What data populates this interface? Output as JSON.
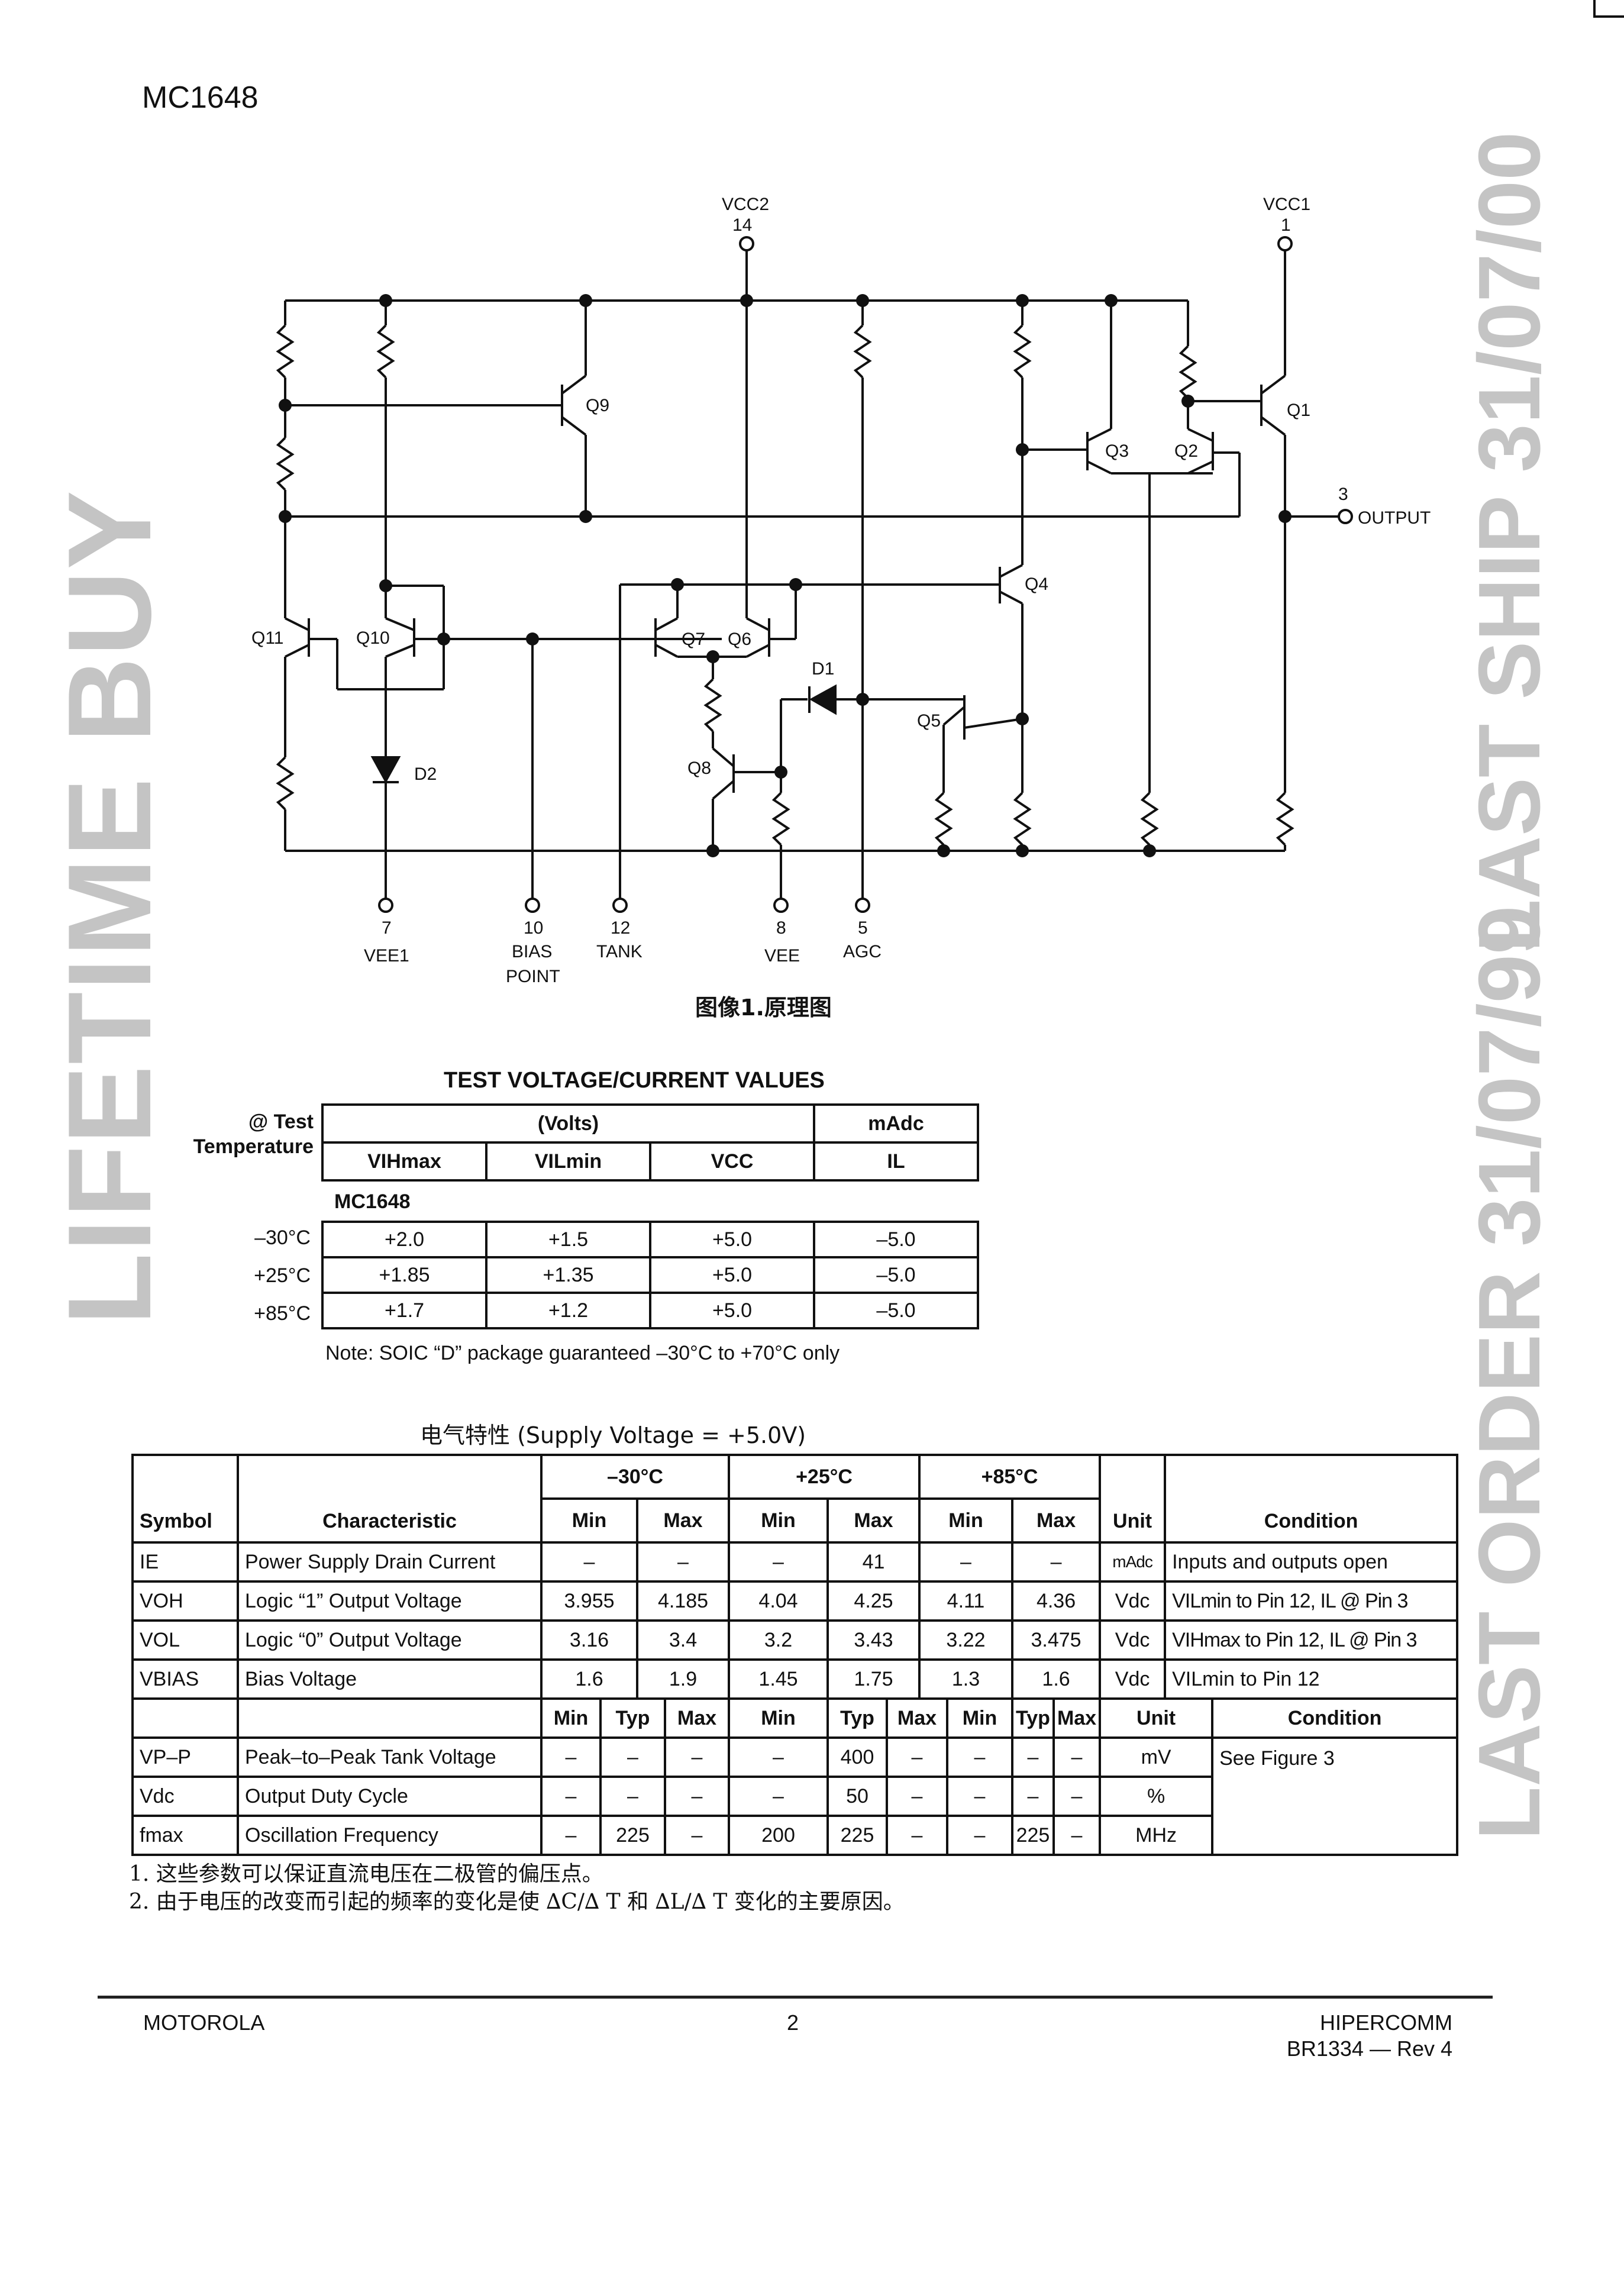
{
  "header": {
    "part_number": "MC1648"
  },
  "schematic": {
    "caption": "图像1.原理图",
    "pins": {
      "vcc2": {
        "name": "VCC2",
        "number": "14"
      },
      "vcc1": {
        "name": "VCC1",
        "number": "1"
      },
      "output": {
        "name": "OUTPUT",
        "number": "3"
      },
      "vee1": {
        "name": "VEE1",
        "number": "7"
      },
      "bias": {
        "name1": "BIAS",
        "name2": "POINT",
        "number": "10"
      },
      "tank": {
        "name": "TANK",
        "number": "12"
      },
      "vee": {
        "name": "VEE",
        "number": "8"
      },
      "agc": {
        "name": "AGC",
        "number": "5"
      }
    },
    "devices": {
      "q1": "Q1",
      "q2": "Q2",
      "q3": "Q3",
      "q4": "Q4",
      "q5": "Q5",
      "q6": "Q6",
      "q7": "Q7",
      "q8": "Q8",
      "q9": "Q9",
      "q10": "Q10",
      "q11": "Q11",
      "d1": "D1",
      "d2": "D2"
    }
  },
  "test_table": {
    "title": "TEST VOLTAGE/CURRENT VALUES",
    "temp_label_1": "@ Test",
    "temp_label_2": "Temperature",
    "group_volts": "(Volts)",
    "group_madc": "mAdc",
    "columns": [
      "VIHmax",
      "VILmin",
      "VCC",
      "IL"
    ],
    "family": "MC1648",
    "rows": [
      {
        "temp": "–30°C",
        "values": [
          "+2.0",
          "+1.5",
          "+5.0",
          "–5.0"
        ]
      },
      {
        "temp": "+25°C",
        "values": [
          "+1.85",
          "+1.35",
          "+5.0",
          "–5.0"
        ]
      },
      {
        "temp": "+85°C",
        "values": [
          "+1.7",
          "+1.2",
          "+5.0",
          "–5.0"
        ]
      }
    ],
    "note": "Note: SOIC “D” package guaranteed –30°C to +70°C only"
  },
  "elec_table": {
    "title_cn": "电气特性",
    "title_en": "(Supply Voltage = +5.0V)",
    "h_symbol": "Symbol",
    "h_char": "Characteristic",
    "h_t1": "–30°C",
    "h_t2": "+25°C",
    "h_t3": "+85°C",
    "h_min": "Min",
    "h_max": "Max",
    "h_typ": "Typ",
    "h_unit": "Unit",
    "h_cond": "Condition",
    "rows": [
      {
        "sym": "IE",
        "char": "Power Supply Drain Current",
        "v": [
          "–",
          "–",
          "–",
          "41",
          "–",
          "–"
        ],
        "unit": "mAdc",
        "cond": "Inputs and outputs open"
      },
      {
        "sym": "VOH",
        "char": "Logic “1” Output Voltage",
        "v": [
          "3.955",
          "4.185",
          "4.04",
          "4.25",
          "4.11",
          "4.36"
        ],
        "unit": "Vdc",
        "cond": "VILmin to Pin 12, IL @ Pin 3"
      },
      {
        "sym": "VOL",
        "char": "Logic “0” Output Voltage",
        "v": [
          "3.16",
          "3.4",
          "3.2",
          "3.43",
          "3.22",
          "3.475"
        ],
        "unit": "Vdc",
        "cond": "VIHmax to Pin 12, IL @ Pin 3"
      },
      {
        "sym": "VBIAS",
        "char": "Bias Voltage",
        "v": [
          "1.6",
          "1.9",
          "1.45",
          "1.75",
          "1.3",
          "1.6"
        ],
        "unit": "Vdc",
        "cond": "VILmin to Pin 12"
      }
    ],
    "rows2": [
      {
        "sym": "VP–P",
        "char": "Peak–to–Peak Tank Voltage",
        "v": [
          "–",
          "–",
          "–",
          "–",
          "400",
          "–",
          "–",
          "–",
          "–"
        ],
        "unit": "mV",
        "cond": "See Figure 3"
      },
      {
        "sym": "Vdc",
        "char": "Output Duty Cycle",
        "v": [
          "–",
          "–",
          "–",
          "–",
          "50",
          "–",
          "–",
          "–",
          "–"
        ],
        "unit": "%",
        "cond": ""
      },
      {
        "sym": "fmax",
        "char": "Oscillation Frequency",
        "v": [
          "–",
          "225",
          "–",
          "200",
          "225",
          "–",
          "–",
          "225",
          "–"
        ],
        "unit": "MHz",
        "cond": ""
      }
    ]
  },
  "footnotes": {
    "fn1": "1. 这些参数可以保证直流电压在二极管的偏压点。",
    "fn2": "2. 由于电压的改变而引起的频率的变化是使 ∆C/∆ T 和 ∆L/∆ T   变化的主要原因。"
  },
  "footer": {
    "left": "MOTOROLA",
    "page": "2",
    "right1": "HIPERCOMM",
    "right2": "BR1334 — Rev 4"
  },
  "watermarks": {
    "left": "LIFETIME BUY",
    "right1": "LAST SHIP 31/07/00",
    "right2": "LAST ORDER 31/07/99"
  }
}
